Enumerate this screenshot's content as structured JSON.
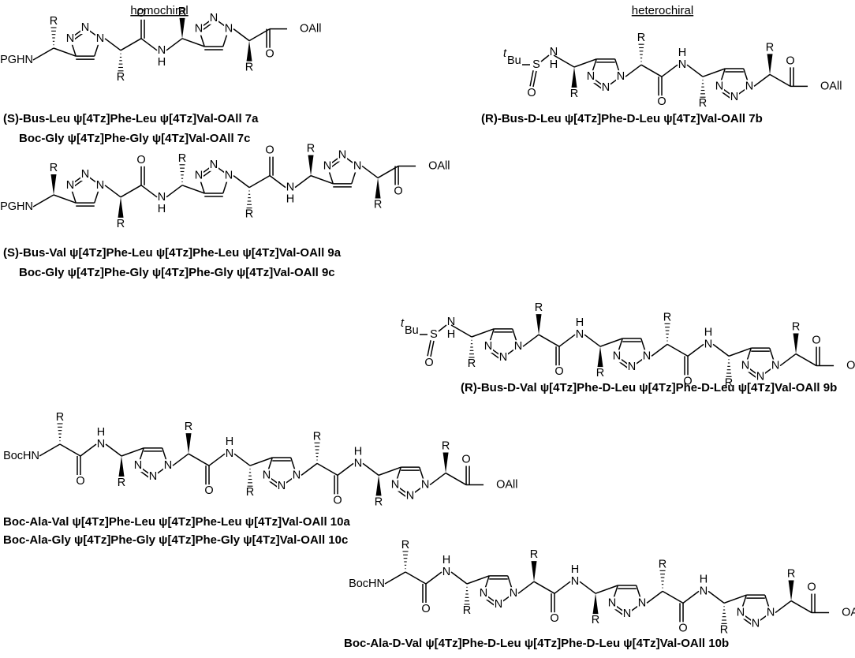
{
  "headers": {
    "homochiral": "homochiral",
    "heterochiral": "heterochiral"
  },
  "atom_labels": {
    "R": "R",
    "N": "N",
    "NH": "N",
    "H": "H",
    "O": "O",
    "S": "S",
    "OAll": "OAll",
    "PGHN": "PGHN",
    "BocHN": "BocHN",
    "tBu_t": "t",
    "tBu": "Bu"
  },
  "captions": {
    "c7a": "(S)-Bus-Leu ψ[4Tz]Phe-Leu ψ[4Tz]Val-OAll 7a",
    "c7c": "Boc-Gly ψ[4Tz]Phe-Gly ψ[4Tz]Val-OAll 7c",
    "c7b": "(R)-Bus-D-Leu ψ[4Tz]Phe-D-Leu ψ[4Tz]Val-OAll 7b",
    "c9a": "(S)-Bus-Val ψ[4Tz]Phe-Leu ψ[4Tz]Phe-Leu ψ[4Tz]Val-OAll 9a",
    "c9c": "Boc-Gly ψ[4Tz]Phe-Gly ψ[4Tz]Phe-Gly ψ[4Tz]Val-OAll 9c",
    "c9b": "(R)-Bus-D-Val ψ[4Tz]Phe-D-Leu ψ[4Tz]Phe-D-Leu ψ[4Tz]Val-OAll 9b",
    "c10a": "Boc-Ala-Val ψ[4Tz]Phe-Leu ψ[4Tz]Phe-Leu ψ[4Tz]Val-OAll 10a",
    "c10c": "Boc-Ala-Gly ψ[4Tz]Phe-Gly ψ[4Tz]Phe-Gly ψ[4Tz]Val-OAll 10c",
    "c10b": "Boc-Ala-D-Val ψ[4Tz]Phe-D-Leu ψ[4Tz]Phe-D-Leu ψ[4Tz]Val-OAll 10b"
  }
}
